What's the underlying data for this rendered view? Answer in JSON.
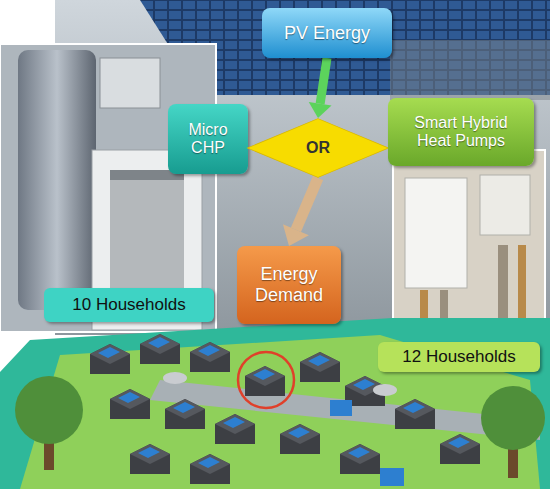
{
  "diagram": {
    "nodes": [
      {
        "text": [
          "PV Energy"
        ]
      },
      {
        "text": [
          "Micro CHP"
        ]
      },
      {
        "text": [
          "OR"
        ]
      },
      {
        "text": [
          "Smart Hybrid Heat Pumps"
        ]
      },
      {
        "text": [
          "Energy Demand"
        ]
      },
      {
        "text": [
          "10 Households"
        ]
      },
      {
        "text": [
          "12 Households"
        ]
      }
    ],
    "edges": [
      {
        "from": 0,
        "to": 2,
        "arrow": "to"
      },
      {
        "from": 2,
        "to": 4,
        "arrow": "to"
      }
    ]
  }
}
